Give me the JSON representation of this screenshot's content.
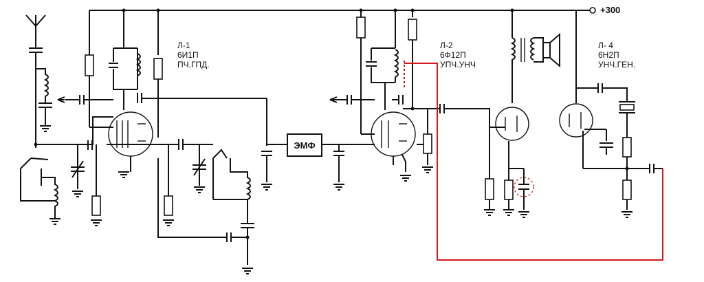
{
  "supply": {
    "label": "+300"
  },
  "tubes": [
    {
      "id": "Л-1",
      "type": "6И1П",
      "role": "ПЧ.ГПД."
    },
    {
      "id": "Л-2",
      "type": "6Ф12П",
      "role": "УПЧ.УНЧ"
    },
    {
      "id": "Л- 4",
      "type": "6Н2П",
      "role": "УНЧ.ГЕН."
    }
  ],
  "filter": {
    "label": "ЭМФ"
  },
  "colors": {
    "wire": "#111111",
    "feedback": "#d11919",
    "background": "#ffffff"
  }
}
